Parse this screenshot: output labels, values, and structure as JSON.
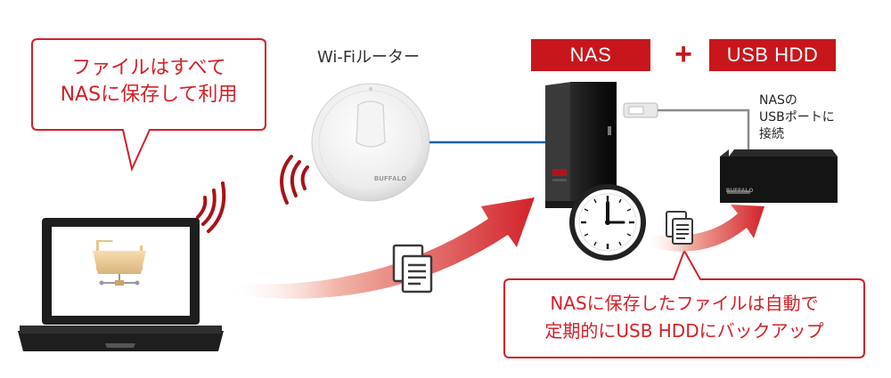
{
  "callout_left": {
    "line1": "ファイルはすべて",
    "line2": "NASに保存して利用"
  },
  "router": {
    "label": "Wi-Fiルーター",
    "brand": "BUFFALO"
  },
  "header": {
    "nas_label": "NAS",
    "plus": "+",
    "usb_hdd_label": "USB HDD"
  },
  "usb_port_note": {
    "line1": "NASの",
    "line2": "USBポートに",
    "line3": "接続"
  },
  "callout_right": {
    "line1": "NASに保存したファイルは自動で",
    "line2": "定期的にUSB HDDにバックアップ"
  },
  "colors": {
    "accent_red": "#c8161d",
    "callout_red": "#d42027",
    "lan_blue": "#1f5fa8"
  }
}
